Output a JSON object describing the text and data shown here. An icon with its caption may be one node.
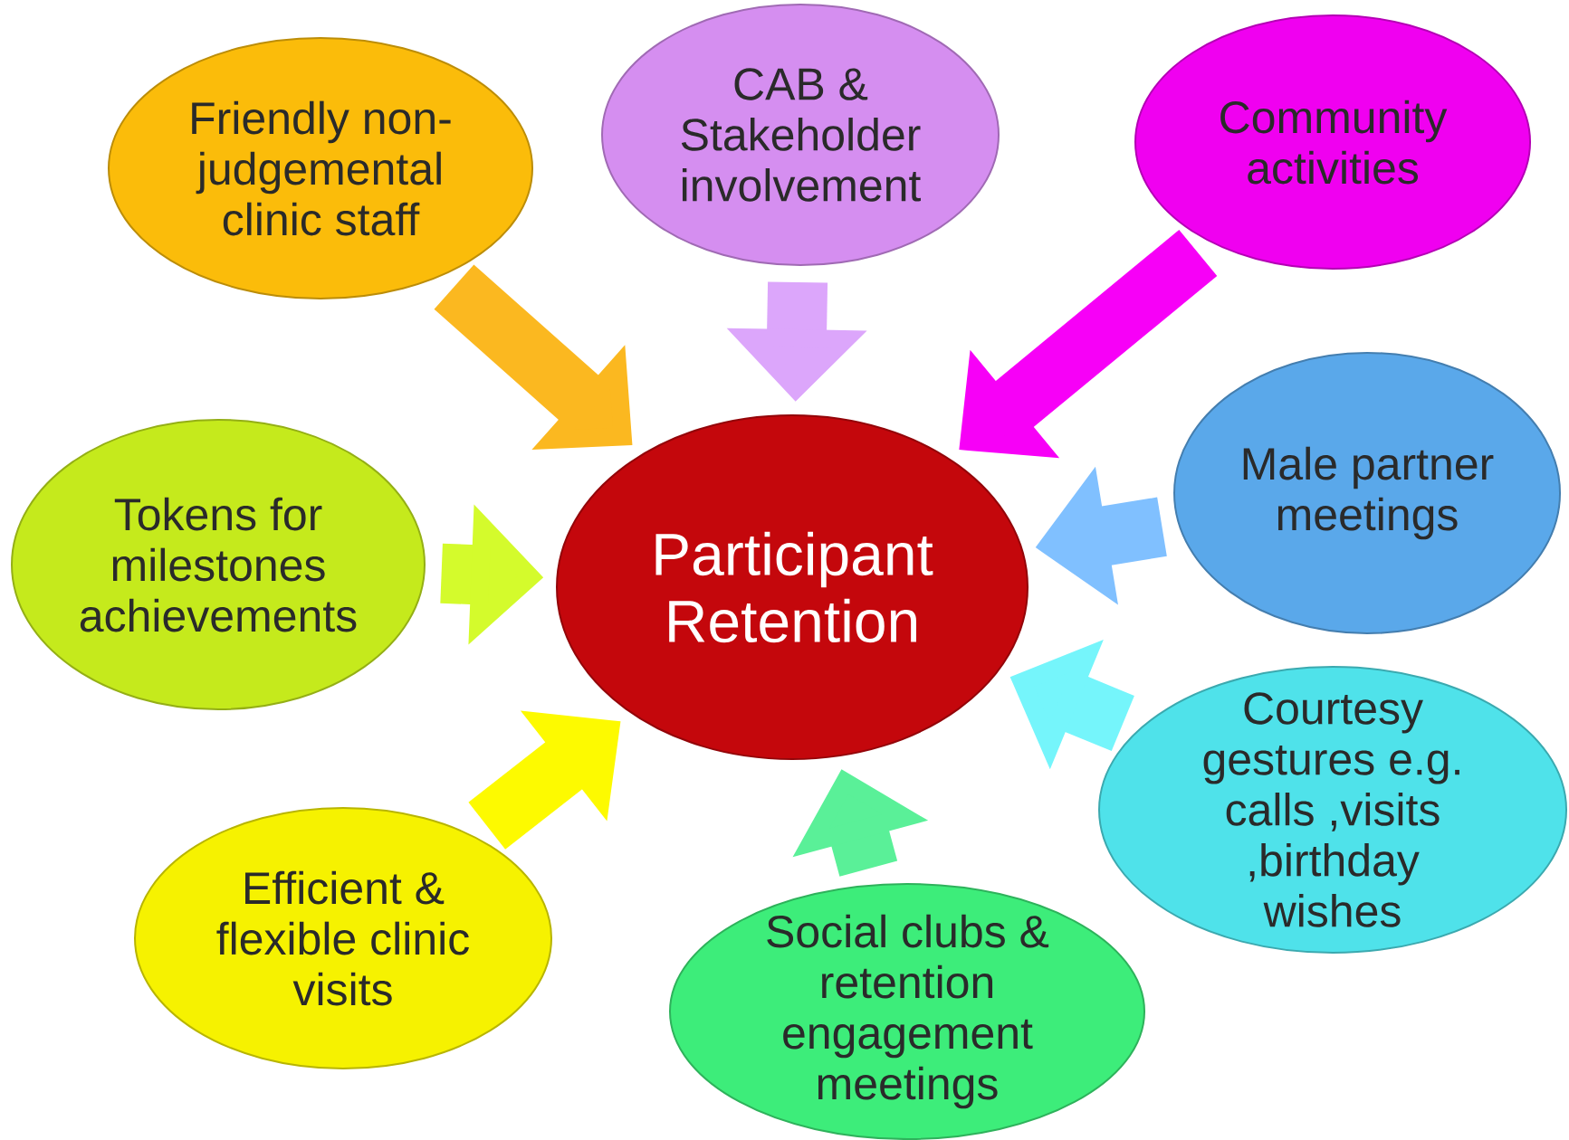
{
  "diagram": {
    "nodes": [
      {
        "text": [
          "Friendly non-judgemental clinic staff"
        ]
      },
      {
        "text": [
          "CAB & Stakeholder involvement"
        ]
      },
      {
        "text": [
          "Community activities"
        ]
      },
      {
        "text": [
          "Tokens for milestones achievements"
        ]
      },
      {
        "text": [
          "Participant Retention"
        ]
      },
      {
        "text": [
          "Male partner meetings"
        ]
      },
      {
        "text": [
          "Courtesy gestures e.g. calls ,visits ,birthday wishes"
        ]
      },
      {
        "text": [
          "Efficient & flexible clinic visits"
        ]
      },
      {
        "text": [
          "Social clubs & retention engagement meetings"
        ]
      }
    ],
    "edges": [
      {
        "from": 0,
        "to": 4,
        "arrow": "to",
        "color": "#fbb820"
      },
      {
        "from": 1,
        "to": 4,
        "arrow": "to",
        "color": "#dca6fb"
      },
      {
        "from": 2,
        "to": 4,
        "arrow": "to",
        "color": "#f700f7"
      },
      {
        "from": 3,
        "to": 4,
        "arrow": "to",
        "color": "#d4fb2c"
      },
      {
        "from": 5,
        "to": 4,
        "arrow": "to",
        "color": "#80c0ff"
      },
      {
        "from": 6,
        "to": 4,
        "arrow": "to",
        "color": "#75f5fb"
      },
      {
        "from": 7,
        "to": 4,
        "arrow": "to",
        "color": "#fdfa00"
      },
      {
        "from": 8,
        "to": 4,
        "arrow": "to",
        "color": "#5af098"
      }
    ]
  }
}
